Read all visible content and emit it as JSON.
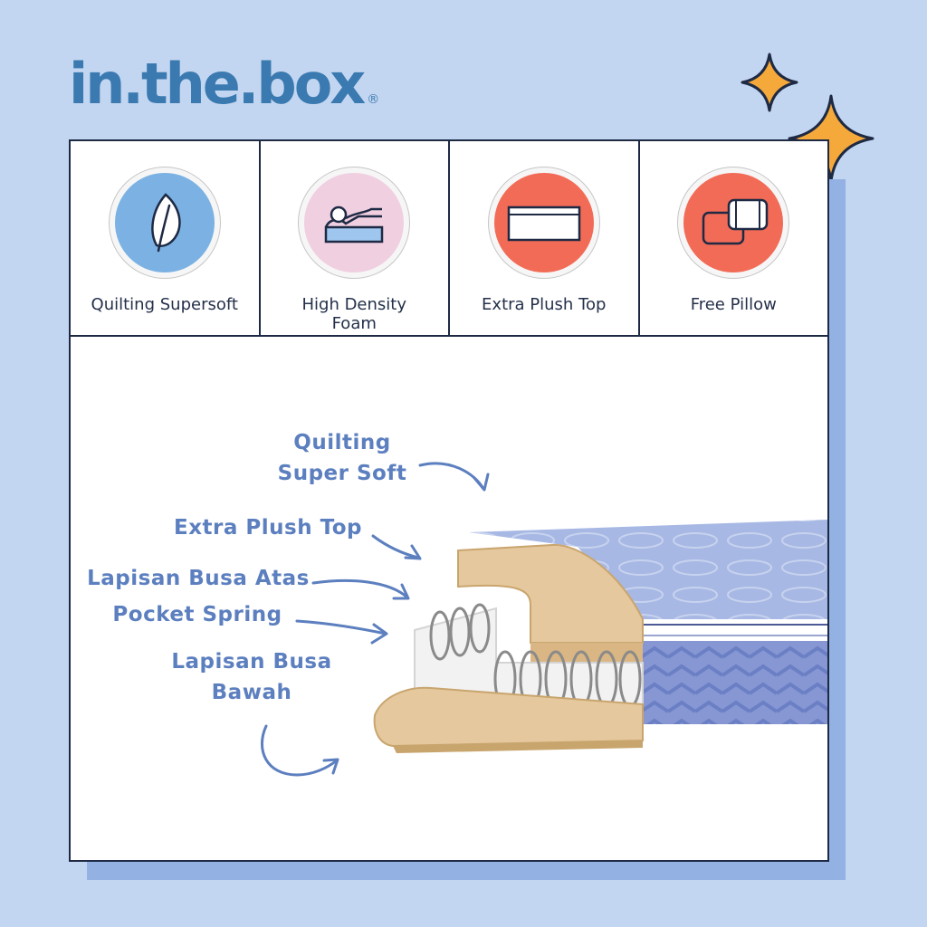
{
  "brand": {
    "logo_text": "in.the.box",
    "registered_mark": "®"
  },
  "features": [
    {
      "label": "Quilting Supersoft",
      "icon": "leaf-icon",
      "color": "#7bb2e3"
    },
    {
      "label": "High Density Foam",
      "icon": "foam-icon",
      "color": "#f0cfe0"
    },
    {
      "label": "Extra Plush Top",
      "icon": "plush-top-icon",
      "color": "#f26b57"
    },
    {
      "label": "Free Pillow",
      "icon": "pillow-icon",
      "color": "#f26b57"
    }
  ],
  "layers": {
    "quilting": "Quilting Super Soft",
    "plush_top": "Extra Plush Top",
    "foam_top": "Lapisan Busa Atas",
    "pocket_spring": "Pocket Spring",
    "foam_bottom": "Lapisan Busa Bawah"
  },
  "colors": {
    "background": "#c3d6f1",
    "accent_text": "#5c7fbf",
    "logo": "#3a7ab0",
    "star": "#f5a93a"
  }
}
